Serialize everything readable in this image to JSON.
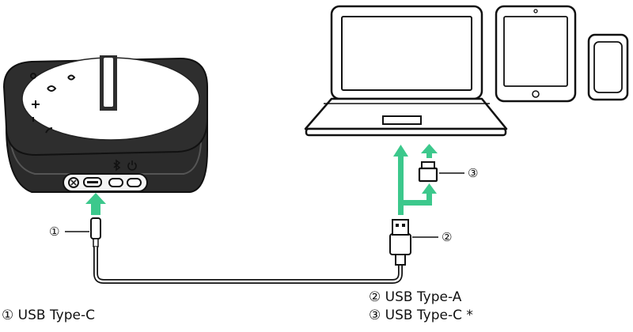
{
  "callouts": {
    "c1": "①",
    "c2": "②",
    "c3": "③"
  },
  "legend": {
    "item1": "① USB Type-C",
    "item2": "② USB Type-A",
    "item3": "③ USB Type-C *"
  },
  "colors": {
    "accent_green": "#3cc88c",
    "line": "#1a1a1a",
    "device_body": "#2b2b2b"
  },
  "icons": {
    "bluetooth": "bluetooth-icon",
    "power": "power-icon"
  }
}
